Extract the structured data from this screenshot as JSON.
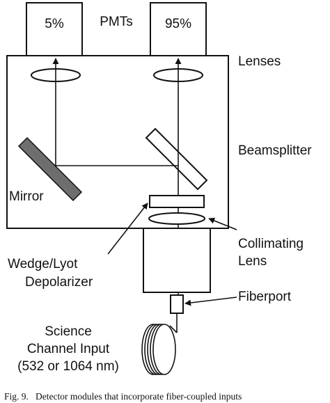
{
  "labels": {
    "pmts": "PMTs",
    "pmt_left": "5%",
    "pmt_right": "95%",
    "lenses": "Lenses",
    "beamsplitter": "Beamsplitter",
    "mirror": "Mirror",
    "collimating_line1": "Collimating",
    "collimating_line2": "Lens",
    "wedge_line1": "Wedge/Lyot",
    "wedge_line2": "Depolarizer",
    "fiberport": "Fiberport",
    "science_line1": "Science",
    "science_line2": "Channel Input",
    "science_line3": "(532 or 1064 nm)"
  },
  "caption": "Fig. 9.   Detector modules that incorporate fiber-coupled inputs",
  "colors": {
    "mirror_fill": "#6e6e6e",
    "stroke": "#111111"
  }
}
